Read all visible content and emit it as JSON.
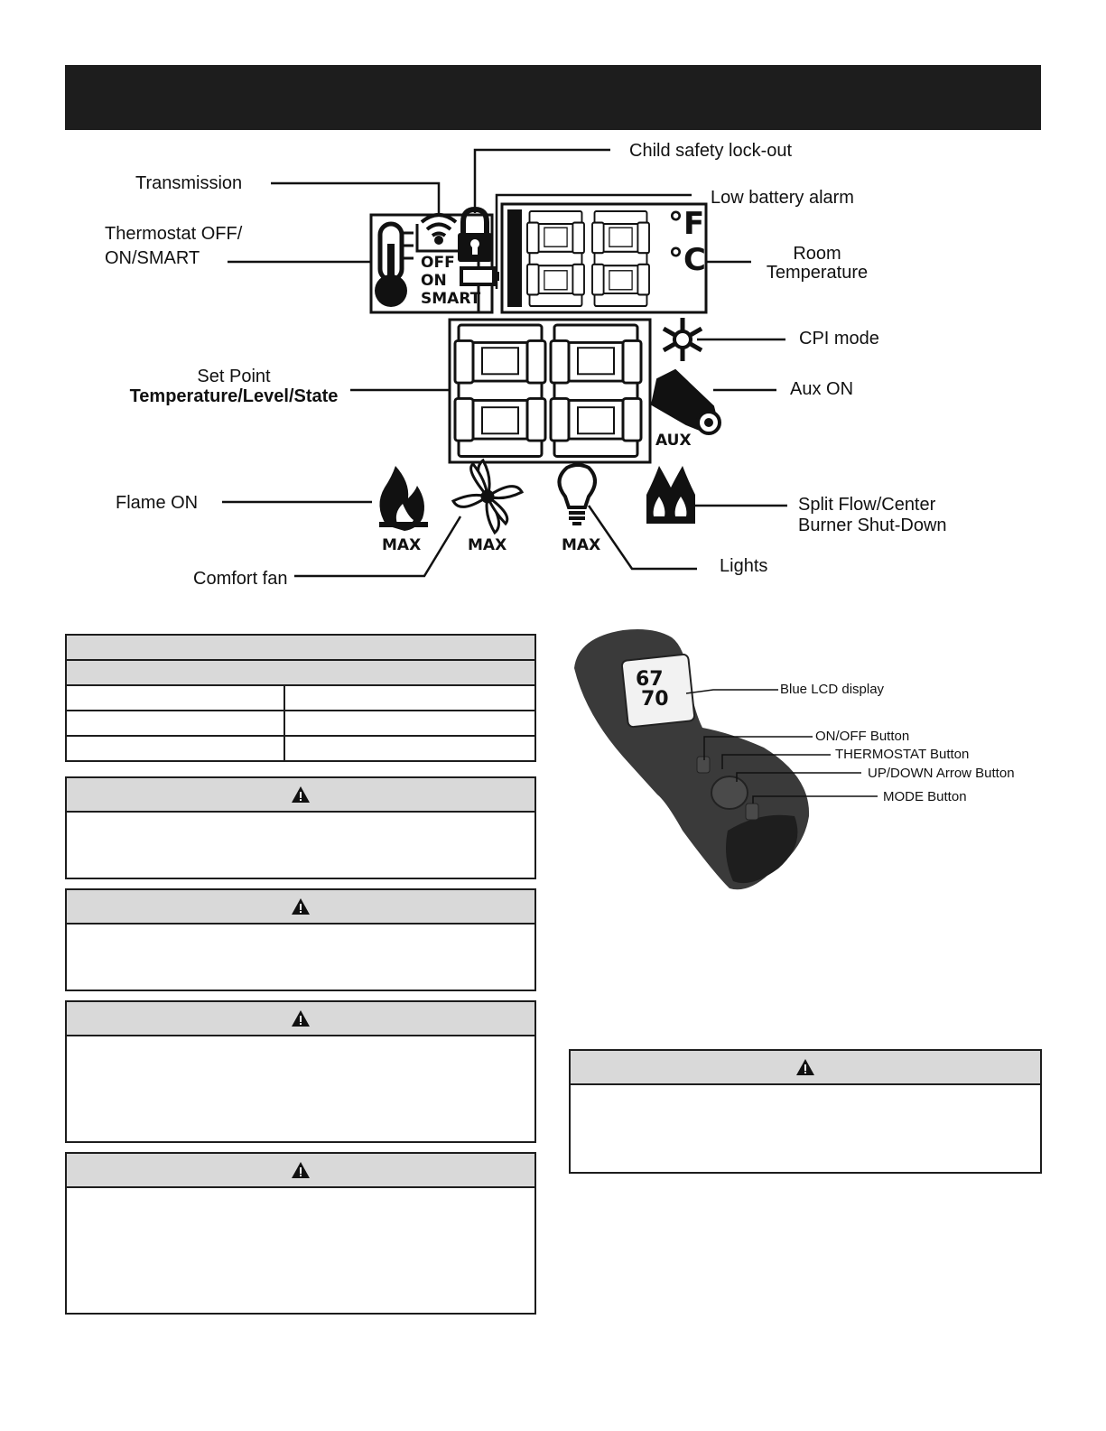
{
  "diagram": {
    "labels": {
      "transmission": "Transmission",
      "thermostat_line1": "Thermostat OFF/",
      "thermostat_line2": "ON/SMART",
      "child_lock": "Child safety lock-out",
      "low_battery": "Low battery alarm",
      "room_temp_line1": "Room",
      "room_temp_line2": "Temperature",
      "cpi_mode": "CPI mode",
      "set_point_line1": "Set Point",
      "set_point_line2": "Temperature/Level/State",
      "aux_on": "Aux ON",
      "flame_on": "Flame ON",
      "split_flow_line1": "Split Flow/Center",
      "split_flow_line2": "Burner Shut-Down",
      "comfort_fan": "Comfort fan",
      "lights": "Lights"
    },
    "display": {
      "mode_off": "OFF",
      "mode_on": "ON",
      "mode_smart": "SMART",
      "unit_f": "°F",
      "unit_c": "°C",
      "aux": "AUX",
      "flame_max": "MAX",
      "fan_max": "MAX",
      "light_max": "MAX"
    }
  },
  "remote": {
    "lcd_readout_top": "67",
    "lcd_readout_bottom": "70",
    "callouts": {
      "lcd": "Blue LCD display",
      "on_off": "ON/OFF Button",
      "thermostat": "THERMOSTAT Button",
      "up_down": "UP/DOWN Arrow Button",
      "mode": "MODE Button"
    }
  },
  "colors": {
    "ink": "#1d1d1d",
    "panel_grey": "#d9d9d9",
    "remote_body": "#3a3a3a"
  },
  "icons": [
    "wifi-icon",
    "lock-icon",
    "thermometer-icon",
    "battery-icon",
    "snowflake-icon",
    "hand-pointer-icon",
    "flame-icon",
    "fan-icon",
    "bulb-icon",
    "split-flame-icon",
    "warning-icon"
  ]
}
